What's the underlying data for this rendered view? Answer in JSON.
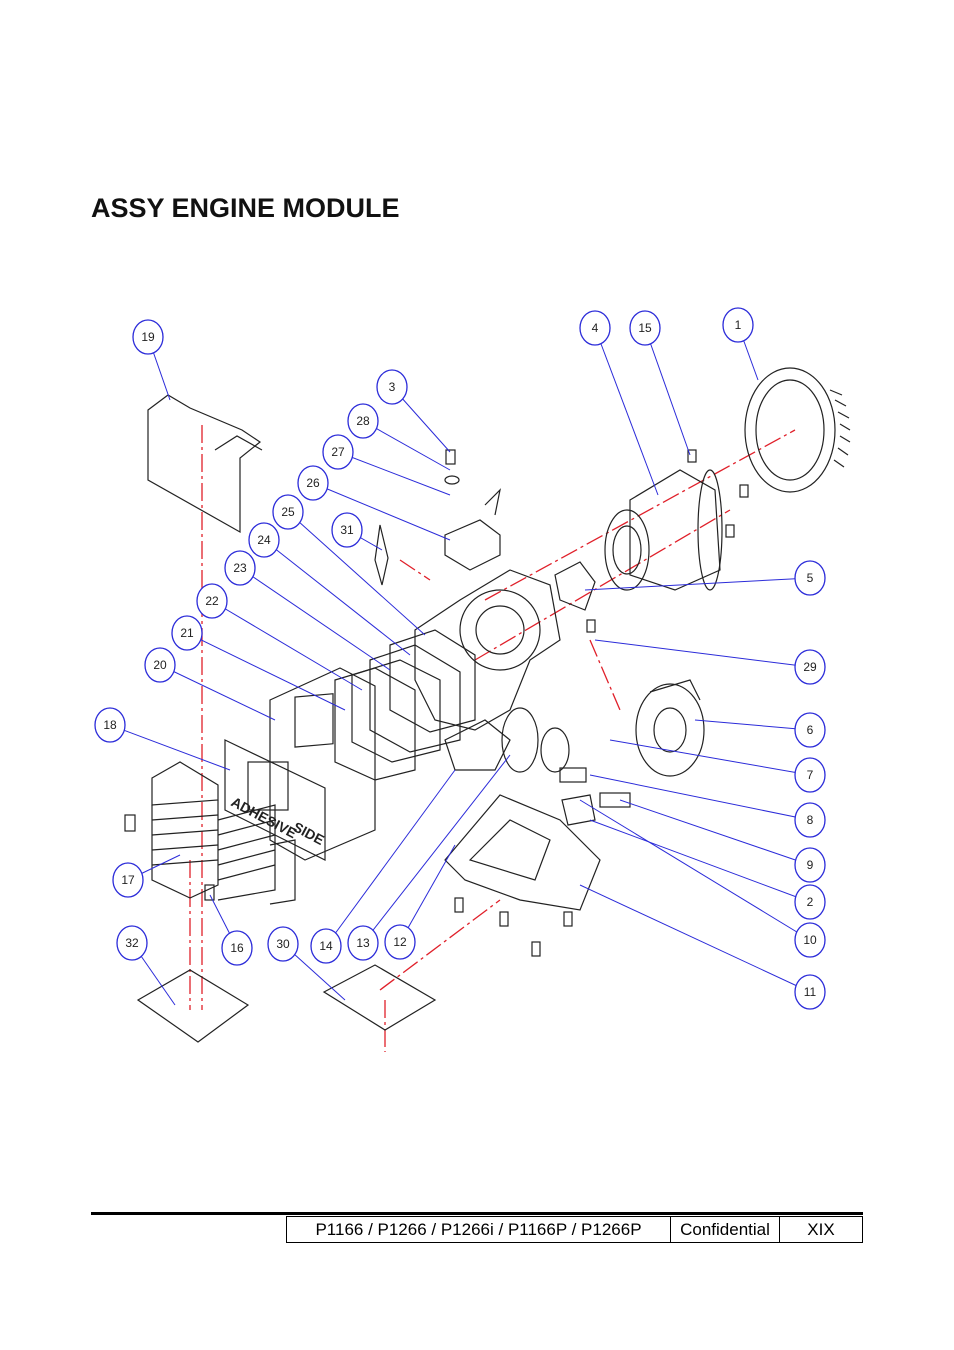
{
  "page": {
    "title": "ASSY ENGINE MODULE"
  },
  "diagram": {
    "part_numbers": [
      "1",
      "2",
      "3",
      "4",
      "5",
      "6",
      "7",
      "8",
      "9",
      "10",
      "11",
      "12",
      "13",
      "14",
      "15",
      "16",
      "17",
      "18",
      "19",
      "20",
      "21",
      "22",
      "23",
      "24",
      "25",
      "26",
      "27",
      "28",
      "29",
      "30",
      "31",
      "32"
    ],
    "label_adhesive": "ADHESIVE",
    "label_side": "SIDE",
    "colors": {
      "callout": "#2b2bd9",
      "centerline": "#e0202a",
      "ink": "#222222"
    }
  },
  "footer": {
    "models": "P1166 / P1266 / P1266i / P1166P / P1266P",
    "confidential": "Confidential",
    "page_number": "XIX"
  }
}
